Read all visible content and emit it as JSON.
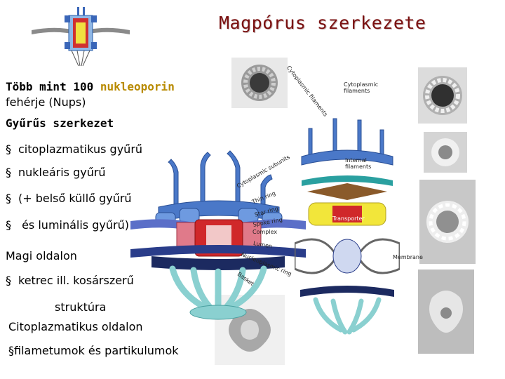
{
  "title": "Magpórus szerkezete",
  "left": {
    "line1_pre": "Több mint 100 ",
    "line1_accent": "nukleoporin",
    "line2": "fehérje (Nups)",
    "line3": "Gyűrűs szerkezet",
    "bullets": [
      "citoplazmatikus gyűrű",
      "nukleáris gyűrű",
      "(+ belső küllő gyűrű",
      " és luminális gyűrű)"
    ],
    "magi": "Magi oldalon",
    "bullet5": "ketrec ill.  kosárszerű",
    "struktura": "struktúra",
    "cito": "Citoplazmatikus oldalon",
    "bullet6": "filametumok és partikulumok"
  },
  "labels": {
    "cyto_filaments_rot": "Cytoplasmic filaments",
    "cyto_filaments": "Cytoplasmic filaments",
    "cyto_subunits": "Cytoplasmic subunits",
    "thin_ring": "Thin ring",
    "star_ring": "Star ring",
    "spoke_ring": "Spoke ring",
    "complex": "Complex",
    "transporter": "Transporter",
    "internal_filaments": "Internal filaments",
    "lumen": "Lumen",
    "membrane": "Membrane",
    "nucleoplasmic_ring": "Nucleoplasmic ring",
    "basket": "Basket"
  },
  "colors": {
    "title": "#7a1010",
    "accent": "#b88a00",
    "blue": "#4a78c8",
    "red": "#d0282a",
    "yellow": "#f2e63a",
    "teal": "#8ad0d0",
    "brown": "#8a5a2a"
  }
}
